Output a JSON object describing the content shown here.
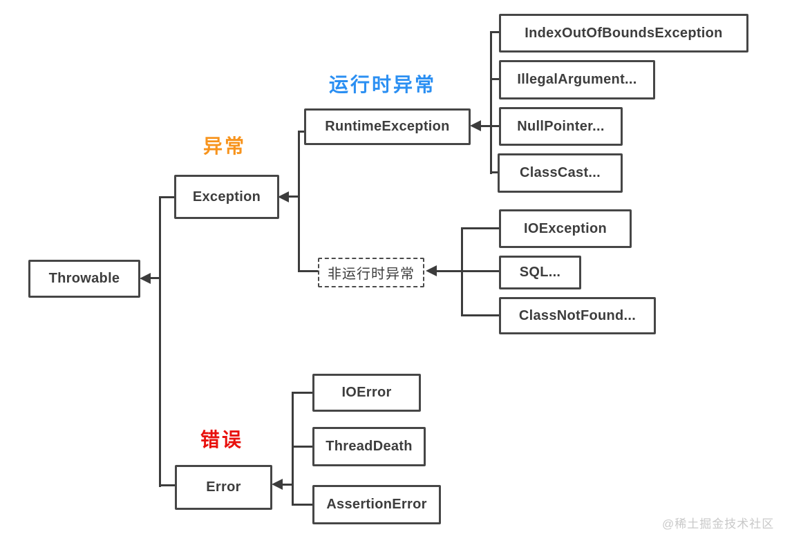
{
  "diagram": {
    "type": "hierarchy",
    "nodes": {
      "throwable": "Throwable",
      "exception": "Exception",
      "error": "Error",
      "runtime_exception": "RuntimeException",
      "non_runtime_exception": "非运行时异常",
      "index_out_of_bounds": "IndexOutOfBoundsException",
      "illegal_argument": "IllegalArgument...",
      "null_pointer": "NullPointer...",
      "class_cast": "ClassCast...",
      "io_exception": "IOException",
      "sql": "SQL...",
      "class_not_found": "ClassNotFound...",
      "io_error": "IOError",
      "thread_death": "ThreadDeath",
      "assertion_error": "AssertionError"
    },
    "annotations": {
      "runtime": {
        "text": "运行时异常",
        "color": "#2b8ff2"
      },
      "exception": {
        "text": "异常",
        "color": "#f7941e"
      },
      "error": {
        "text": "错误",
        "color": "#e8110d"
      }
    },
    "edges": [
      {
        "from": "exception",
        "to": "throwable"
      },
      {
        "from": "error",
        "to": "throwable"
      },
      {
        "from": "runtime_exception",
        "to": "exception"
      },
      {
        "from": "non_runtime_exception",
        "to": "exception"
      },
      {
        "from": "index_out_of_bounds",
        "to": "runtime_exception"
      },
      {
        "from": "illegal_argument",
        "to": "runtime_exception"
      },
      {
        "from": "null_pointer",
        "to": "runtime_exception"
      },
      {
        "from": "class_cast",
        "to": "runtime_exception"
      },
      {
        "from": "io_exception",
        "to": "non_runtime_exception"
      },
      {
        "from": "sql",
        "to": "non_runtime_exception"
      },
      {
        "from": "class_not_found",
        "to": "non_runtime_exception"
      },
      {
        "from": "io_error",
        "to": "error"
      },
      {
        "from": "thread_death",
        "to": "error"
      },
      {
        "from": "assertion_error",
        "to": "error"
      }
    ],
    "colors": {
      "box_border": "#464646",
      "box_text": "#3d3d3d",
      "line": "#3c3c3c",
      "watermark": "#c9c9c9"
    },
    "watermark": "@稀土掘金技术社区"
  }
}
